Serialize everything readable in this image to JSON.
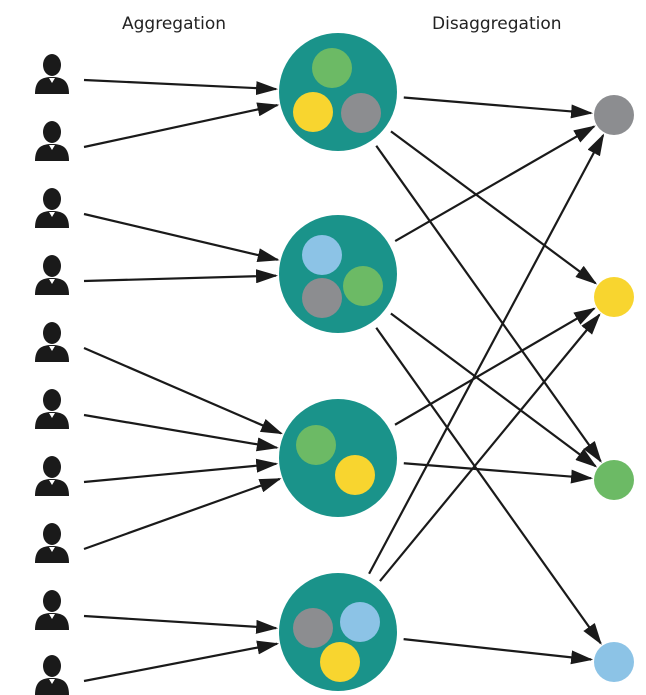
{
  "headers": {
    "left": "Aggregation",
    "right": "Disaggregation"
  },
  "colors": {
    "pool": "#1a938a",
    "person": "#1a1a1a",
    "arrow": "#1a1a1a",
    "background": "#ffffff",
    "types": {
      "green": "#6cba65",
      "yellow": "#f8d52f",
      "gray": "#8c8d90",
      "blue": "#8cc3e6"
    }
  },
  "icons": {
    "person": "person-icon",
    "pool": "aggregation-pool",
    "output": "output-node"
  },
  "people_count": 10,
  "pools": [
    {
      "name": "pool-1",
      "contents": [
        "green",
        "yellow",
        "gray"
      ]
    },
    {
      "name": "pool-2",
      "contents": [
        "blue",
        "green",
        "gray"
      ]
    },
    {
      "name": "pool-3",
      "contents": [
        "green",
        "yellow"
      ]
    },
    {
      "name": "pool-4",
      "contents": [
        "gray",
        "blue",
        "yellow"
      ]
    }
  ],
  "outputs": [
    "gray",
    "yellow",
    "green",
    "blue"
  ],
  "aggregation_links": [
    {
      "person": 0,
      "pool": 0
    },
    {
      "person": 1,
      "pool": 0
    },
    {
      "person": 2,
      "pool": 1
    },
    {
      "person": 3,
      "pool": 1
    },
    {
      "person": 4,
      "pool": 2
    },
    {
      "person": 5,
      "pool": 2
    },
    {
      "person": 6,
      "pool": 2
    },
    {
      "person": 7,
      "pool": 2
    },
    {
      "person": 8,
      "pool": 3
    },
    {
      "person": 9,
      "pool": 3
    }
  ],
  "disaggregation_links": [
    {
      "pool": 0,
      "output": "gray"
    },
    {
      "pool": 0,
      "output": "yellow"
    },
    {
      "pool": 0,
      "output": "green"
    },
    {
      "pool": 1,
      "output": "gray"
    },
    {
      "pool": 1,
      "output": "green"
    },
    {
      "pool": 1,
      "output": "blue"
    },
    {
      "pool": 2,
      "output": "yellow"
    },
    {
      "pool": 2,
      "output": "green"
    },
    {
      "pool": 3,
      "output": "gray"
    },
    {
      "pool": 3,
      "output": "yellow"
    },
    {
      "pool": 3,
      "output": "blue"
    }
  ]
}
